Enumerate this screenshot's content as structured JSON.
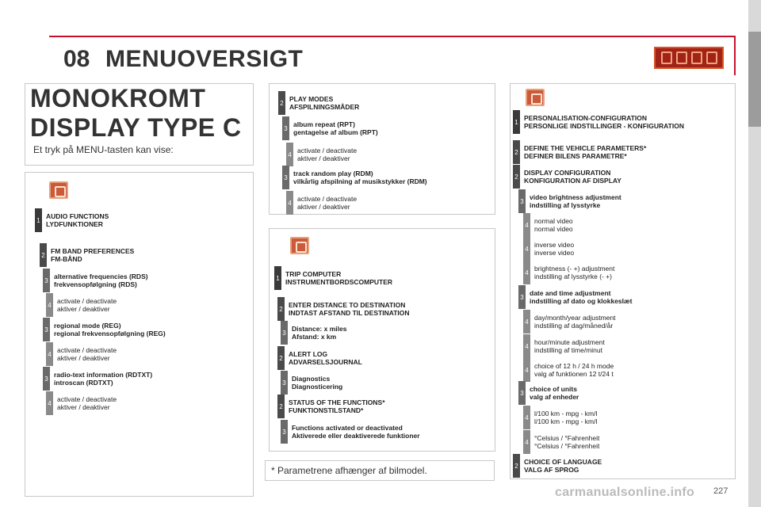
{
  "header": {
    "chapter_number": "08",
    "chapter_title": "MENUOVERSIGT",
    "icons": [
      "navigation-icon",
      "audio-icon",
      "phone-icon",
      "settings-icon"
    ],
    "accent_color": "#c8102e"
  },
  "intro": {
    "title_line1": "MONOKROMT",
    "title_line2": "DISPLAY TYPE C",
    "subtitle": "Et tryk på MENU-tasten kan vise:"
  },
  "audio_panel": {
    "icon": "music-note-icon",
    "items": [
      {
        "level": "1",
        "bold": true,
        "line1": "AUDIO FUNCTIONS",
        "line2": "LYDFUNKTIONER"
      },
      {
        "level": "2",
        "bold": true,
        "line1": "FM BAND PREFERENCES",
        "line2": "FM-BÅND"
      },
      {
        "level": "3",
        "bold": true,
        "line1": "alternative frequencies (RDS)",
        "line2": "frekvensopfølgning (RDS)"
      },
      {
        "level": "4",
        "bold": false,
        "line1": "activate / deactivate",
        "line2": "aktiver / deaktiver"
      },
      {
        "level": "3",
        "bold": true,
        "line1": "regional mode (REG)",
        "line2": "regional frekvensopfølgning (REG)"
      },
      {
        "level": "4",
        "bold": false,
        "line1": "activate / deactivate",
        "line2": "aktiver / deaktiver"
      },
      {
        "level": "3",
        "bold": true,
        "line1": "radio-text information (RDTXT)",
        "line2": "introscan (RDTXT)"
      },
      {
        "level": "4",
        "bold": false,
        "line1": "activate / deactivate",
        "line2": "aktiver / deaktiver"
      }
    ]
  },
  "play_panel": {
    "items": [
      {
        "level": "2",
        "bold": true,
        "line1": "PLAY MODES",
        "line2": "AFSPILNINGSMÅDER"
      },
      {
        "level": "3",
        "bold": true,
        "line1": "album repeat (RPT)",
        "line2": "gentagelse af album (RPT)"
      },
      {
        "level": "4",
        "bold": false,
        "line1": "activate / deactivate",
        "line2": "aktiver / deaktiver"
      },
      {
        "level": "3",
        "bold": true,
        "line1": "track random play (RDM)",
        "line2": "vilkårlig afspilning af musikstykker (RDM)"
      },
      {
        "level": "4",
        "bold": false,
        "line1": "activate / deactivate",
        "line2": "aktiver / deaktiver"
      }
    ]
  },
  "trip_panel": {
    "icon": "fuel-pump-icon",
    "items": [
      {
        "level": "1",
        "bold": true,
        "line1": "TRIP COMPUTER",
        "line2": "INSTRUMENTBORDSCOMPUTER"
      },
      {
        "level": "2",
        "bold": true,
        "line1": "ENTER DISTANCE TO DESTINATION",
        "line2": "INDTAST AFSTAND TIL DESTINATION"
      },
      {
        "level": "3",
        "bold": true,
        "line1": "Distance: x miles",
        "line2": "Afstand: x km"
      },
      {
        "level": "2",
        "bold": true,
        "line1": "ALERT LOG",
        "line2": "ADVARSELSJOURNAL"
      },
      {
        "level": "3",
        "bold": true,
        "line1": "Diagnostics",
        "line2": "Diagnosticering"
      },
      {
        "level": "2",
        "bold": true,
        "line1": "STATUS OF THE FUNCTIONS*",
        "line2": "FUNKTIONSTILSTAND*"
      },
      {
        "level": "3",
        "bold": true,
        "line1": "Functions activated or deactivated",
        "line2": "Aktiverede eller deaktiverede funktioner"
      }
    ]
  },
  "footnote": "* Parametrene afhænger af bilmodel.",
  "config_panel": {
    "icon": "tools-icon",
    "items": [
      {
        "level": "1",
        "bold": true,
        "line1": "PERSONALISATION-CONFIGURATION",
        "line2": "PERSONLIGE INDSTILLINGER - KONFIGURATION"
      },
      {
        "level": "2",
        "bold": true,
        "line1": "DEFINE THE VEHICLE PARAMETERS*",
        "line2": "DEFINER BILENS PARAMETRE*"
      },
      {
        "level": "2",
        "bold": true,
        "line1": "DISPLAY CONFIGURATION",
        "line2": "KONFIGURATION AF DISPLAY"
      },
      {
        "level": "3",
        "bold": true,
        "line1": "video brightness adjustment",
        "line2": "indstilling af lysstyrke"
      },
      {
        "level": "4",
        "bold": false,
        "line1": "normal video",
        "line2": "normal video"
      },
      {
        "level": "4",
        "bold": false,
        "line1": "inverse video",
        "line2": "inverse video"
      },
      {
        "level": "4",
        "bold": false,
        "line1": "brightness (- +) adjustment",
        "line2": "indstilling af lysstyrke (- +)"
      },
      {
        "level": "3",
        "bold": true,
        "line1": "date and time adjustment",
        "line2": "indstilling af dato og klokkeslæt"
      },
      {
        "level": "4",
        "bold": false,
        "line1": "day/month/year adjustment",
        "line2": "indstilling af dag/måned/år"
      },
      {
        "level": "4",
        "bold": false,
        "line1": "hour/minute adjustment",
        "line2": "indstilling af time/minut"
      },
      {
        "level": "4",
        "bold": false,
        "line1": "choice of 12 h / 24 h mode",
        "line2": "valg af funktionen 12 t/24 t"
      },
      {
        "level": "3",
        "bold": true,
        "line1": "choice of units",
        "line2": "valg af enheder"
      },
      {
        "level": "4",
        "bold": false,
        "line1": "l/100 km - mpg - km/l",
        "line2": "l/100 km - mpg - km/l"
      },
      {
        "level": "4",
        "bold": false,
        "line1": "°Celsius / °Fahrenheit",
        "line2": "°Celsius / °Fahrenheit"
      },
      {
        "level": "2",
        "bold": true,
        "line1": "CHOICE OF LANGUAGE",
        "line2": "VALG AF SPROG"
      }
    ]
  },
  "page_number": "227",
  "watermark": "carmanualsonline.info"
}
